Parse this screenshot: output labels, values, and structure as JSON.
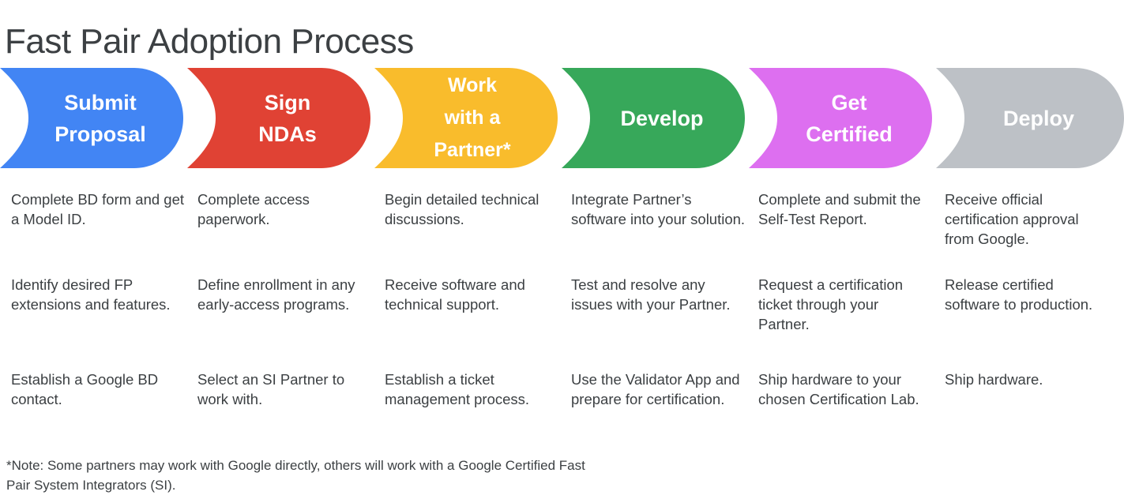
{
  "page": {
    "title": "Fast Pair Adoption Process",
    "background_color": "#ffffff",
    "text_color": "#3c4043"
  },
  "process": {
    "steps": [
      {
        "id": "submit-proposal",
        "label": "Submit\nProposal",
        "color": "#4285F4",
        "items": [
          "Complete BD form and get a Model ID.",
          "Identify desired FP extensions and features.",
          "Establish a Google BD contact."
        ]
      },
      {
        "id": "sign-ndas",
        "label": "Sign\nNDAs",
        "color": "#E04234",
        "items": [
          "Complete access paperwork.",
          "Define enrollment in any early-access programs.",
          "Select an SI Partner to work with."
        ]
      },
      {
        "id": "work-with-a-partner",
        "label": "Work\nwith a\nPartner*",
        "color": "#F9BC2C",
        "items": [
          "Begin detailed technical discussions.",
          "Receive software and technical support.",
          "Establish a ticket management process."
        ]
      },
      {
        "id": "develop",
        "label": "Develop",
        "color": "#37A85A",
        "items": [
          "Integrate Partner’s software into your solution.",
          "Test and resolve any issues with your Partner.",
          "Use the Validator App and prepare for certification."
        ]
      },
      {
        "id": "get-certified",
        "label": "Get\nCertified",
        "color": "#DD6FF0",
        "items": [
          "Complete and submit the Self-Test Report.",
          "Request a certification ticket through your Partner.",
          "Ship hardware to your chosen Certification Lab."
        ]
      },
      {
        "id": "deploy",
        "label": "Deploy",
        "color": "#BDC1C6",
        "items": [
          "Receive official certification approval from Google.",
          "Release certified software to production.",
          "Ship hardware."
        ]
      }
    ]
  },
  "footnote": {
    "text": "*Note: Some partners may work with Google directly, others will work with a Google Certified Fast Pair System Integrators (SI)."
  }
}
